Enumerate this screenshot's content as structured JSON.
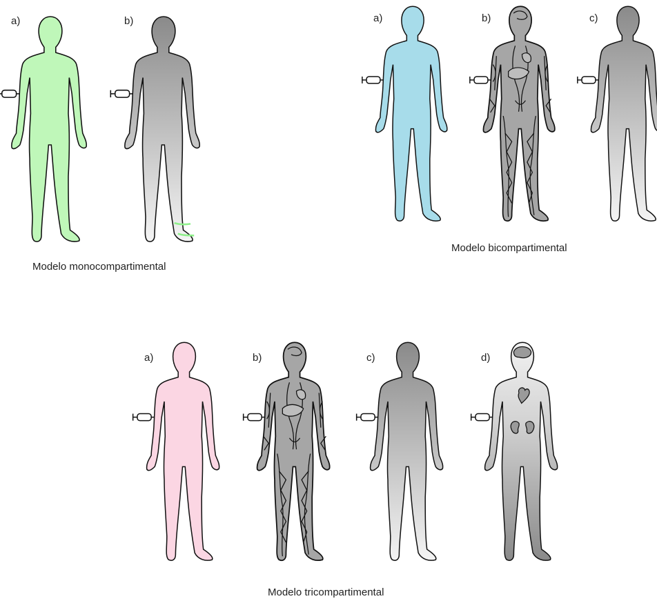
{
  "panels": {
    "mono": {
      "caption": "Modelo monocompartimental",
      "labels": [
        "a)",
        "b)"
      ]
    },
    "bi": {
      "caption": "Modelo bicompartimental",
      "labels": [
        "a)",
        "b)",
        "c)"
      ]
    },
    "tri": {
      "caption": "Modelo tricompartimental",
      "labels": [
        "a)",
        "b)",
        "c)",
        "d)"
      ]
    }
  },
  "colors": {
    "mono_fill": "#bff7b9",
    "bi_fill": "#a7dcea",
    "tri_fill": "#fbd6e3",
    "gradient_top": "#8a8a8a",
    "gradient_bottom": "#f2f2f2",
    "vessel_fill": "#a6a6a6",
    "organ_fill": "#e6e6e6",
    "outline": "#111111"
  }
}
